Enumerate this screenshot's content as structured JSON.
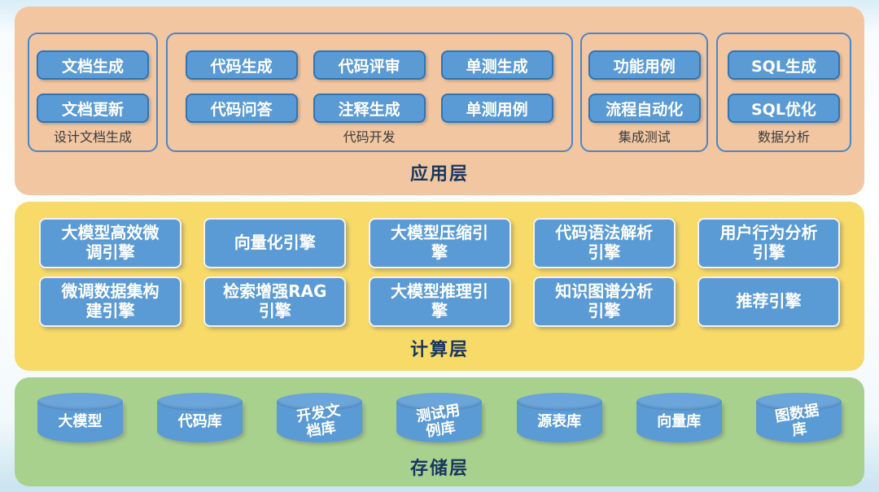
{
  "layers": {
    "application": {
      "label": "应用层",
      "groups": [
        {
          "label": "设计文档生成",
          "items": [
            "文档生成",
            "文档更新"
          ]
        },
        {
          "label": "代码开发",
          "items": [
            "代码生成",
            "代码评审",
            "单测生成",
            "代码问答",
            "注释生成",
            "单测用例"
          ]
        },
        {
          "label": "集成测试",
          "items": [
            "功能用例",
            "流程自动化"
          ]
        },
        {
          "label": "数据分析",
          "items": [
            "SQL生成",
            "SQL优化"
          ]
        }
      ]
    },
    "computing": {
      "label": "计算层",
      "rows": [
        [
          "大模型高效微\n调引擎",
          "向量化引擎",
          "大模型压缩引\n擎",
          "代码语法解析\n引擎",
          "用户行为分析\n引擎"
        ],
        [
          "微调数据集构\n建引擎",
          "检索增强RAG\n引擎",
          "大模型推理引\n擎",
          "知识图谱分析\n引擎",
          "推荐引擎"
        ]
      ]
    },
    "storage": {
      "label": "存储层",
      "items": [
        "大模型",
        "代码库",
        "开发文\n档库",
        "测试用\n例库",
        "源表库",
        "向量库",
        "图数据\n库"
      ]
    }
  },
  "colors": {
    "application_bg": "#f2c6a1",
    "computing_bg": "#f8da68",
    "storage_bg": "#a9d18e",
    "node_fill": "#5b9bd5",
    "node_border": "#2e75b6",
    "group_border": "#4a86c8",
    "layer_label_text": "#17375e",
    "node_text": "#ffffff"
  }
}
